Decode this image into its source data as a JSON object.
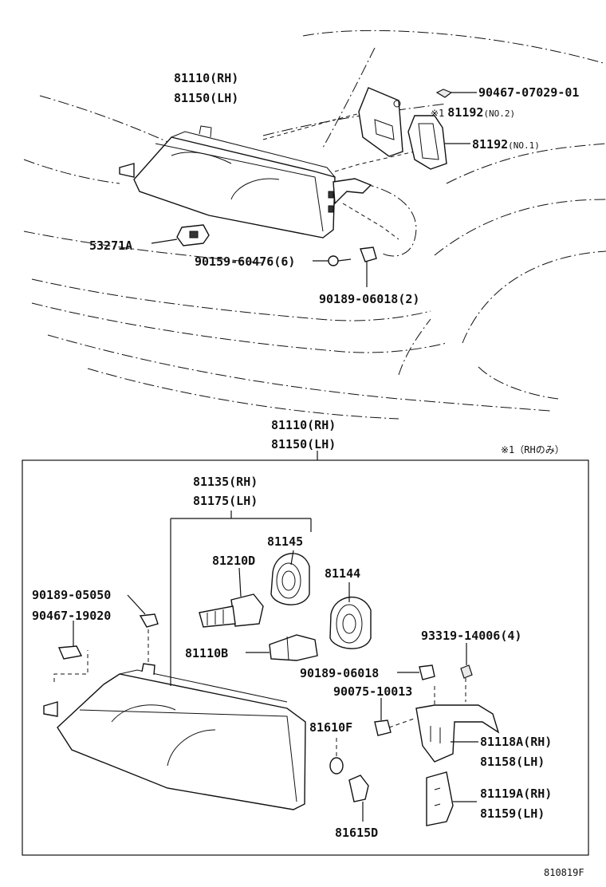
{
  "diagram": {
    "figure_code": "810819F",
    "note_rh_only": "※1（RHのみ）",
    "upper_callouts": [
      {
        "id": "hl_rh",
        "number": "81110",
        "suffix": "(RH)"
      },
      {
        "id": "hl_lh",
        "number": "81150",
        "suffix": "(LH)"
      },
      {
        "id": "screw_top",
        "number": "90467-07029-01",
        "suffix": ""
      },
      {
        "id": "cover2",
        "prefix": "※1",
        "number": "81192",
        "suffix": "(NO.2)"
      },
      {
        "id": "cover1",
        "prefix": "",
        "number": "81192",
        "suffix": "(NO.1)"
      },
      {
        "id": "clip53",
        "number": "53271A",
        "suffix": ""
      },
      {
        "id": "bolt_up",
        "number": "90159-60476",
        "suffix": "(6)"
      },
      {
        "id": "nut_up",
        "number": "90189-06018",
        "suffix": "(2)"
      }
    ],
    "assembly_header": [
      {
        "number": "81110",
        "suffix": "(RH)"
      },
      {
        "number": "81150",
        "suffix": "(LH)"
      }
    ],
    "lower_callouts": [
      {
        "id": "unit_rh",
        "number": "81135",
        "suffix": "(RH)"
      },
      {
        "id": "unit_lh",
        "number": "81175",
        "suffix": "(LH)"
      },
      {
        "id": "socket45",
        "number": "81145",
        "suffix": ""
      },
      {
        "id": "bulb210",
        "number": "81210D",
        "suffix": ""
      },
      {
        "id": "socket44",
        "number": "81144",
        "suffix": ""
      },
      {
        "id": "nut05050",
        "number": "90189-05050",
        "suffix": ""
      },
      {
        "id": "clip19020",
        "number": "90467-19020",
        "suffix": ""
      },
      {
        "id": "screw93319",
        "number": "93319-14006",
        "suffix": "(4)"
      },
      {
        "id": "bulb110b",
        "number": "81110B",
        "suffix": ""
      },
      {
        "id": "nut06018",
        "number": "90189-06018",
        "suffix": ""
      },
      {
        "id": "nut10013",
        "number": "90075-10013",
        "suffix": ""
      },
      {
        "id": "socket610",
        "number": "81610F",
        "suffix": ""
      },
      {
        "id": "br118_rh",
        "number": "81118A",
        "suffix": "(RH)"
      },
      {
        "id": "br158_lh",
        "number": "81158",
        "suffix": "(LH)"
      },
      {
        "id": "br119_rh",
        "number": "81119A",
        "suffix": "(RH)"
      },
      {
        "id": "br159_lh",
        "number": "81159",
        "suffix": "(LH)"
      },
      {
        "id": "bulb615",
        "number": "81615D",
        "suffix": ""
      }
    ]
  }
}
